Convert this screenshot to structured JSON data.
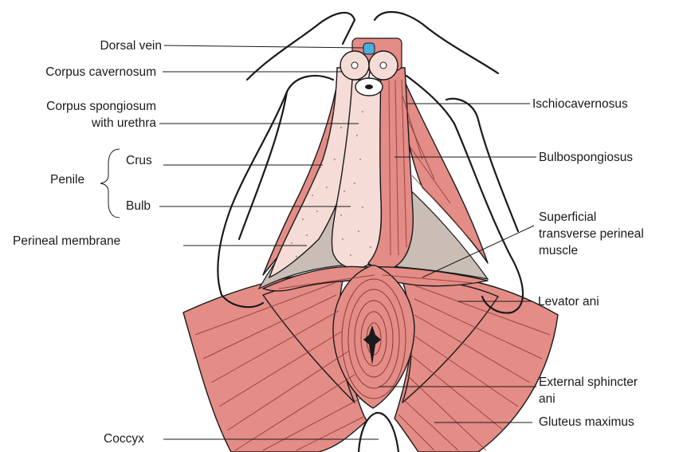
{
  "colors": {
    "muscle": "#e48c86",
    "muscle_fiber": "#8c3b36",
    "erectile": "#f5dcd6",
    "membrane": "#c9bdb6",
    "vein": "#49aeda",
    "outline": "#1a1a1a"
  },
  "labels": {
    "dorsal_vein": "Dorsal vein",
    "corpus_cavernosum": "Corpus cavernosum",
    "corpus_spongiosum_1": "Corpus spongiosum",
    "corpus_spongiosum_2": "with urethra",
    "penile": "Penile",
    "crus": "Crus",
    "bulb": "Bulb",
    "perineal_membrane": "Perineal membrane",
    "coccyx": "Coccyx",
    "ischiocavernosus": "Ischiocavernosus",
    "bulbospongiosus": "Bulbospongiosus",
    "superficial_1": "Superficial",
    "superficial_2": "transverse perineal",
    "superficial_3": "muscle",
    "levator_ani": "Levator ani",
    "external_sphincter_1": "External sphincter",
    "external_sphincter_2": "ani",
    "gluteus_maximus": "Gluteus maximus"
  }
}
